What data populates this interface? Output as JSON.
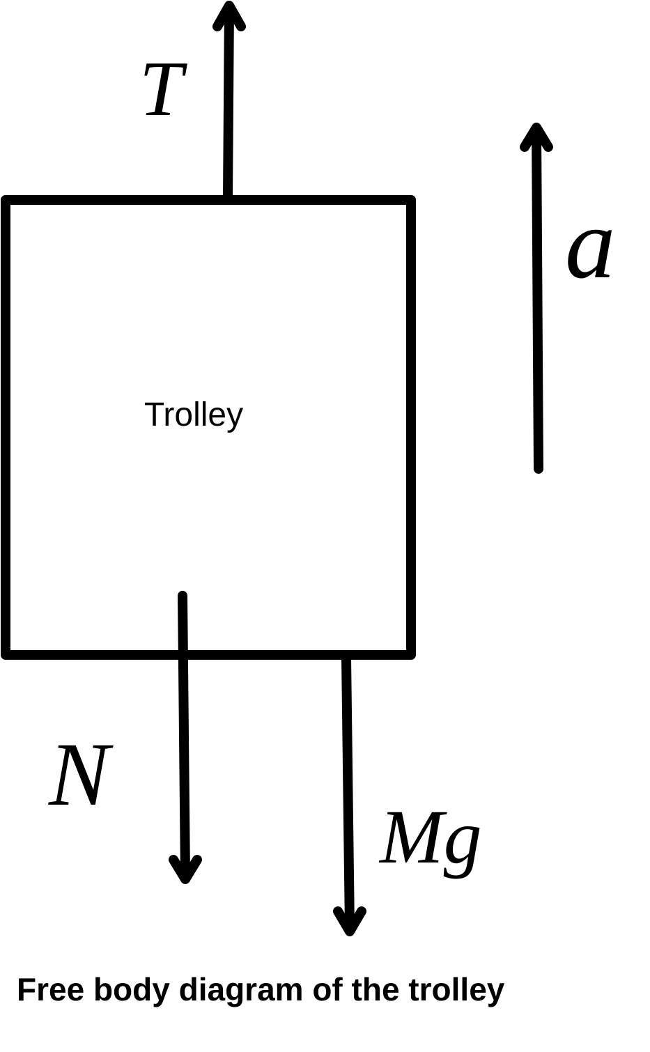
{
  "diagram": {
    "body": {
      "label": "Trolley"
    },
    "forces": {
      "tension": {
        "symbol": "T",
        "direction": "up"
      },
      "normal": {
        "symbol": "N",
        "direction": "down"
      },
      "weight": {
        "symbol": "Mg",
        "direction": "down"
      }
    },
    "acceleration": {
      "symbol": "a",
      "direction": "up"
    },
    "caption": "Free body diagram of the trolley",
    "colors": {
      "stroke": "#000000",
      "background": "#ffffff"
    }
  }
}
